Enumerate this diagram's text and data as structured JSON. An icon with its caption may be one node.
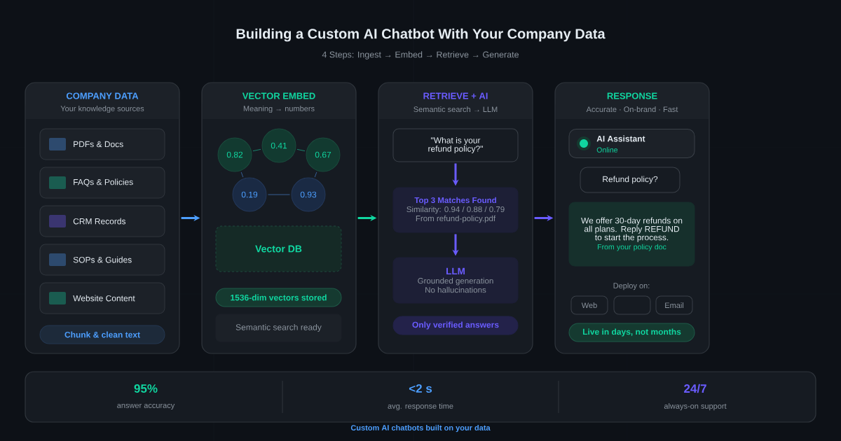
{
  "diagram": {
    "title": "Building a Custom AI Chatbot With Your Company Data",
    "caption": "4 Steps: Ingest → Embed → Retrieve → Generate",
    "nodes": [
      {
        "text": [
          "COMPANY DATA",
          "Your knowledge sources"
        ]
      },
      {
        "text": [
          "PDFs & Docs"
        ],
        "in": 0
      },
      {
        "text": [
          "FAQs & Policies"
        ],
        "in": 0
      },
      {
        "text": [
          "CRM Records"
        ],
        "in": 0
      },
      {
        "text": [
          "SOPs & Guides"
        ],
        "in": 0
      },
      {
        "text": [
          "Website Content"
        ],
        "in": 0
      },
      {
        "text": [
          "Chunk & clean text"
        ],
        "in": 0
      },
      {
        "text": [
          "VECTOR EMBED",
          "Meaning → numbers"
        ]
      },
      {
        "text": [
          "0.82"
        ],
        "in": 7
      },
      {
        "text": [
          "0.41"
        ],
        "in": 7
      },
      {
        "text": [
          "0.67"
        ],
        "in": 7
      },
      {
        "text": [
          "0.19"
        ],
        "in": 7
      },
      {
        "text": [
          "0.93"
        ],
        "in": 7
      },
      {
        "text": [
          "Vector DB"
        ],
        "in": 7
      },
      {
        "text": [
          "1536-dim vectors stored"
        ],
        "in": 7
      },
      {
        "text": [
          "Semantic search ready"
        ],
        "in": 7
      },
      {
        "text": [
          "RETRIEVE + AI",
          "Semantic search → LLM"
        ]
      },
      {
        "text": [
          "\"What is your refund policy?\""
        ],
        "in": 16
      },
      {
        "text": [
          "Top 3 Matches Found",
          "Similarity: 0.94 / 0.88 / 0.79",
          "From refund-policy.pdf"
        ],
        "in": 16
      },
      {
        "text": [
          "LLM",
          "Grounded generation",
          "No hallucinations"
        ],
        "in": 16
      },
      {
        "text": [
          "Only verified answers"
        ],
        "in": 16
      },
      {
        "text": [
          "RESPONSE",
          "Accurate · On-brand · Fast"
        ]
      },
      {
        "text": [
          "AI Assistant",
          "Online"
        ],
        "in": 21
      },
      {
        "text": [
          "Refund policy?"
        ],
        "in": 21
      },
      {
        "text": [
          "We offer 30-day refunds on all plans. Reply REFUND to start the process.",
          "From your policy doc"
        ],
        "in": 21
      },
      {
        "text": [
          "Web"
        ],
        "in": 21
      },
      {
        "text": [],
        "shape": "box",
        "in": 21
      },
      {
        "text": [
          "Email"
        ],
        "in": 21
      },
      {
        "text": [
          "Live in days, not months"
        ],
        "in": 21
      }
    ],
    "edges": [
      {
        "from": 0,
        "to": 7,
        "arrow": "to",
        "style": "thick",
        "color": "#4d9fff"
      },
      {
        "from": 7,
        "to": 16,
        "arrow": "to",
        "style": "thick",
        "color": "#10d6a0"
      },
      {
        "from": 16,
        "to": 21,
        "arrow": "to",
        "style": "thick",
        "color": "#6a5cff"
      },
      {
        "from": 17,
        "to": 18,
        "arrow": "to",
        "style": "thick",
        "color": "#6a5cff"
      },
      {
        "from": 18,
        "to": 19,
        "arrow": "to",
        "style": "thick",
        "color": "#6a5cff"
      },
      {
        "from": 8,
        "to": 9,
        "arrow": "none",
        "color": "#1a9e80"
      },
      {
        "from": 9,
        "to": 10,
        "arrow": "none",
        "color": "#1a9e80"
      },
      {
        "from": 8,
        "to": 11,
        "arrow": "none",
        "color": "#3f6fb0"
      },
      {
        "from": 11,
        "to": 12,
        "arrow": "none",
        "color": "#3f6fb0"
      },
      {
        "from": 10,
        "to": 12,
        "arrow": "none",
        "color": "#3f6fb0"
      }
    ],
    "labels": [
      "Deploy on:",
      "95%",
      "answer accuracy",
      "<2 s",
      "avg. response time",
      "24/7",
      "always-on support",
      "Custom AI chatbots built on your data"
    ]
  }
}
